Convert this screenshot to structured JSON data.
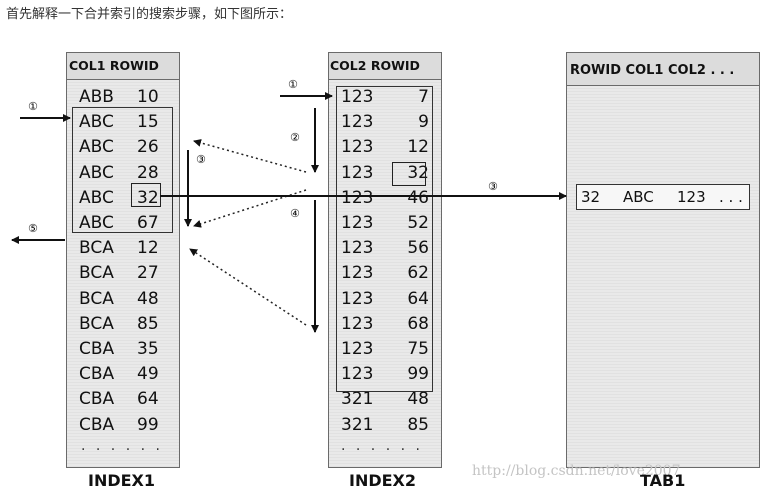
{
  "intro_text": "首先解释一下合并索引的搜索步骤，如下图所示：",
  "index1": {
    "header": "COL1 ROWID",
    "label": "INDEX1",
    "rows": [
      {
        "col": "ABB",
        "rowid": "10"
      },
      {
        "col": "ABC",
        "rowid": "15"
      },
      {
        "col": "ABC",
        "rowid": "26"
      },
      {
        "col": "ABC",
        "rowid": "28"
      },
      {
        "col": "ABC",
        "rowid": "32"
      },
      {
        "col": "ABC",
        "rowid": "67"
      },
      {
        "col": "BCA",
        "rowid": "12"
      },
      {
        "col": "BCA",
        "rowid": "27"
      },
      {
        "col": "BCA",
        "rowid": "48"
      },
      {
        "col": "BCA",
        "rowid": "85"
      },
      {
        "col": "CBA",
        "rowid": "35"
      },
      {
        "col": "CBA",
        "rowid": "49"
      },
      {
        "col": "CBA",
        "rowid": "64"
      },
      {
        "col": "CBA",
        "rowid": "99"
      }
    ],
    "ellipsis": ". . .   . . ."
  },
  "index2": {
    "header": "COL2 ROWID",
    "label": "INDEX2",
    "rows": [
      {
        "col": "123",
        "rowid": "7"
      },
      {
        "col": "123",
        "rowid": "9"
      },
      {
        "col": "123",
        "rowid": "12"
      },
      {
        "col": "123",
        "rowid": "32"
      },
      {
        "col": "123",
        "rowid": "46"
      },
      {
        "col": "123",
        "rowid": "52"
      },
      {
        "col": "123",
        "rowid": "56"
      },
      {
        "col": "123",
        "rowid": "62"
      },
      {
        "col": "123",
        "rowid": "64"
      },
      {
        "col": "123",
        "rowid": "68"
      },
      {
        "col": "123",
        "rowid": "75"
      },
      {
        "col": "123",
        "rowid": "99"
      },
      {
        "col": "321",
        "rowid": "48"
      },
      {
        "col": "321",
        "rowid": "85"
      }
    ],
    "ellipsis": ". . .   . . ."
  },
  "tab1": {
    "header": "ROWID COL1 COL2 . . .",
    "label": "TAB1",
    "result_row": {
      "rowid": "32",
      "col1": "ABC",
      "col2": "123",
      "more": ". . ."
    }
  },
  "steps": {
    "s1": "①",
    "s2": "②",
    "s3": "③",
    "s4": "④",
    "s5": "⑤"
  },
  "watermark": "http://blog.csdn.net/love2007"
}
